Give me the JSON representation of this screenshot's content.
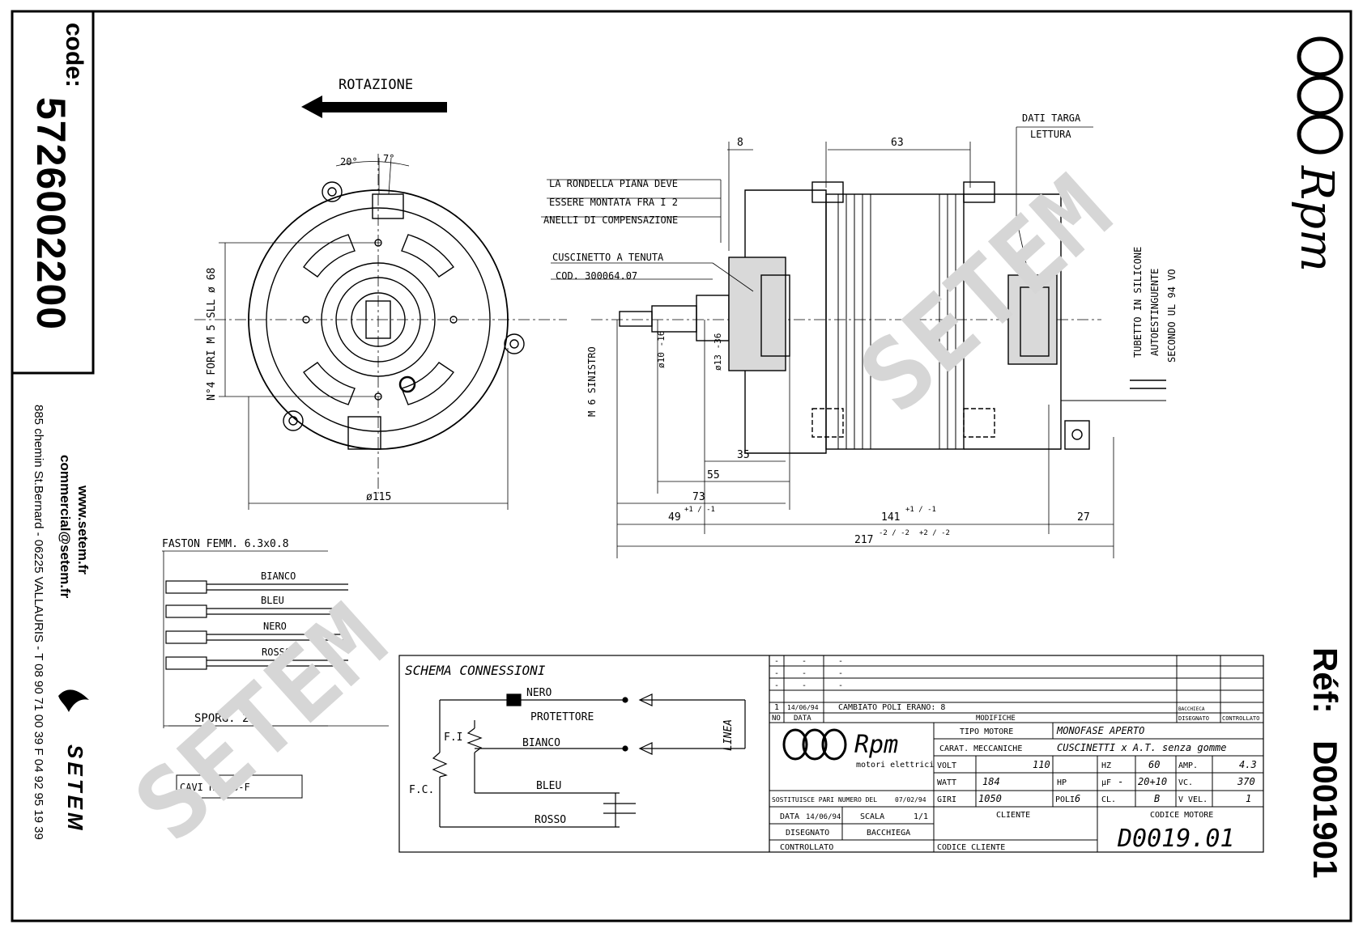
{
  "side_panel": {
    "code_label": "code:",
    "code_value": "5726002200",
    "website": "www.setem.fr",
    "email": "commercial@setem.fr",
    "address": "885 chemin St.Bernard  -  06225 VALLAURIS  -  T 08 90 71 00 39   F 04 92 95 19 39",
    "setem_brand": "SETEM"
  },
  "right_panel": {
    "rpm_logo": "Rpm",
    "ref_label": "Réf:",
    "ref_value": "D001901"
  },
  "watermark": {
    "text": "SETEM"
  },
  "drawing": {
    "rotation_label": "ROTAZIONE",
    "angle_20": "20°",
    "angle_7": "7°",
    "holes_label": "N°4 FORI M 5 SLL ø 68",
    "dim_115": "ø115",
    "washer_note": [
      "LA RONDELLA PIANA DEVE",
      "ESSERE MONTATA FRA I 2",
      "ANELLI DI COMPENSAZIONE"
    ],
    "bearing_note": [
      "CUSCINETTO A TENUTA",
      "COD. 300064.07"
    ],
    "plate_note": [
      "DATI TARGA",
      "LETTURA"
    ],
    "tube_note": [
      "TUBETTO IN SILICONE",
      "AUTOESTINGUENTE",
      "SECONDO UL 94 VO"
    ],
    "thread_label": "M 6 SINISTRO",
    "shaft_d1": "ø10 -16",
    "shaft_d2": "ø13 -36",
    "dims": {
      "d8": "8",
      "d63": "63",
      "d35": "35",
      "d55": "55",
      "d73": "73",
      "d49": "49",
      "d49_tol": "+1 / -1",
      "d141": "141",
      "d141_tol": "+1 / -1",
      "d27": "27",
      "d217": "217",
      "d217_tol": "-2 / -2",
      "d217_tol2": "+2 / -2"
    },
    "faston_label": "FASTON FEMM. 6.3x0.8",
    "wires": [
      "BIANCO",
      "BLEU",
      "NERO",
      "ROSSO"
    ],
    "sporg_label": "SPORG. 250",
    "cavi_label": "CAVI H05SS-F"
  },
  "schema": {
    "title": "SCHEMA CONNESSIONI",
    "nero": "NERO",
    "protettore": "PROTETTORE",
    "bianco": "BIANCO",
    "bleu": "BLEU",
    "rosso": "ROSSO",
    "linea": "LINEA",
    "fi": "F.I",
    "fc": "F.C."
  },
  "title_block": {
    "revision_rows": [
      {
        "no": "-",
        "data": "-",
        "desc": "-"
      },
      {
        "no": "-",
        "data": "-",
        "desc": "-"
      },
      {
        "no": "-",
        "data": "-",
        "desc": "-"
      },
      {
        "no": "1",
        "data": "14/06/94",
        "desc": "CAMBIATO POLI ERANO: 8"
      }
    ],
    "rev_header": {
      "no": "NO",
      "data": "DATA",
      "desc": "MODIFICHE",
      "disegnato": "DISEGNATO",
      "controllato": "CONTROLLATO",
      "baccheca": "BACCHIECA"
    },
    "company_logo": "Rpm",
    "company_sub": "motori elettrici",
    "tipo_motore_label": "TIPO MOTORE",
    "tipo_motore_value": "MONOFASE APERTO",
    "carat_label": "CARAT. MECCANICHE",
    "carat_value": "CUSCINETTI x A.T. senza gomme",
    "rows": [
      {
        "l1": "VOLT",
        "v1": "110",
        "l2": "HZ",
        "v2": "60",
        "l3": "AMP.",
        "v3": "4.3"
      },
      {
        "l1": "WATT",
        "v1": "184",
        "l2": "HP",
        "v2": "-",
        "l3": "μF",
        "v3": "20+10",
        "l4": "VC.",
        "v4": "370"
      },
      {
        "l1": "GIRI",
        "v1": "1050",
        "l2": "POLI",
        "v2": "6",
        "l3": "CL.",
        "v3": "B",
        "l4": "V VEL.",
        "v4": "1"
      }
    ],
    "sostituisce": "SOSTITUISCE PARI NUMERO DEL",
    "sostituisce_date": "07/02/94",
    "data_label": "DATA",
    "data_value": "14/06/94",
    "scala_label": "SCALA",
    "scala_value": "1/1",
    "disegnato_label": "DISEGNATO",
    "disegnato_value": "BACCHIEGA",
    "controllato_label": "CONTROLLATO",
    "cliente_label": "CLIENTE",
    "codice_cliente_label": "CODICE CLIENTE",
    "codice_motore_label": "CODICE MOTORE",
    "codice_motore_value": "D0019.01"
  }
}
